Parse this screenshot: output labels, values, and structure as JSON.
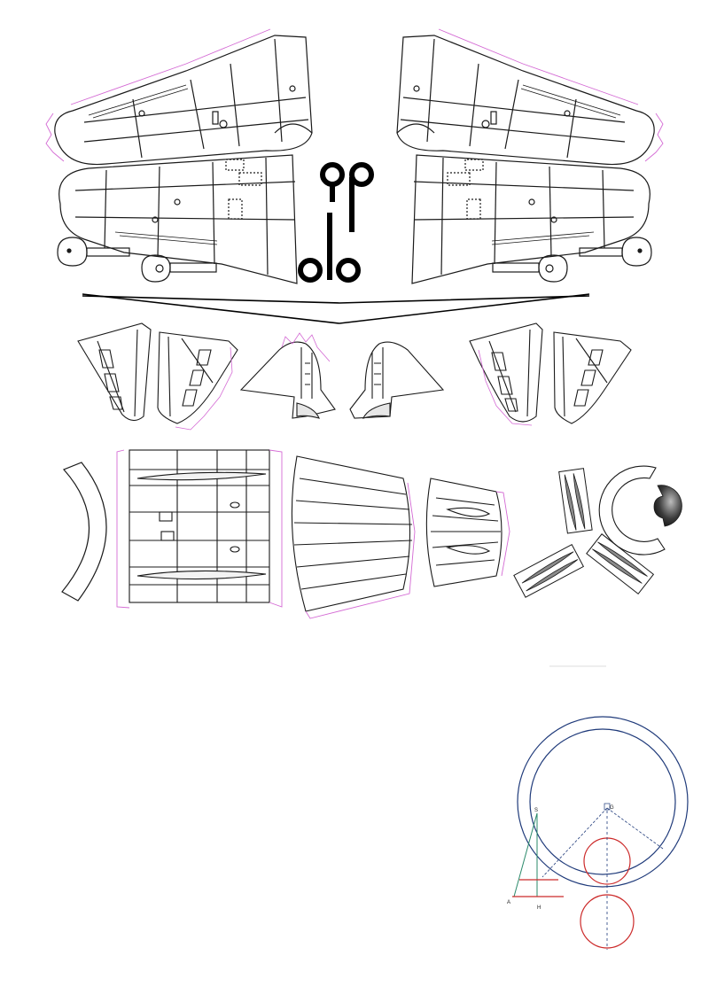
{
  "sheet": {
    "type": "paper-model-parts-sheet",
    "colors": {
      "line": "#1a1a1a",
      "glue_tab": "#d46ad4",
      "construction_blue": "#1f3a7a",
      "construction_red": "#cc2a2a",
      "construction_green": "#2a8a6a",
      "part_fill_grey": "#8a8a8a"
    }
  },
  "parts": {
    "wings": [
      "left-wing",
      "right-wing"
    ],
    "wheel_covers": [
      "left-wheel-cover-1",
      "left-wheel-cover-2",
      "right-wheel-cover-1",
      "right-wheel-cover-2"
    ],
    "tail": [
      "left-stabilizer-upper",
      "left-stabilizer-lower",
      "left-fin",
      "right-fin",
      "right-stabilizer-upper",
      "right-stabilizer-lower"
    ],
    "fuselage": [
      "nose-ring",
      "fuselage-panel",
      "cowl-section-1",
      "cowl-section-2"
    ],
    "propeller": [
      "propeller-blades",
      "spinner-ring",
      "spinner-cap"
    ]
  },
  "construction": {
    "labels": {
      "a": "A",
      "h": "H",
      "s": "S",
      "g": "G"
    }
  }
}
